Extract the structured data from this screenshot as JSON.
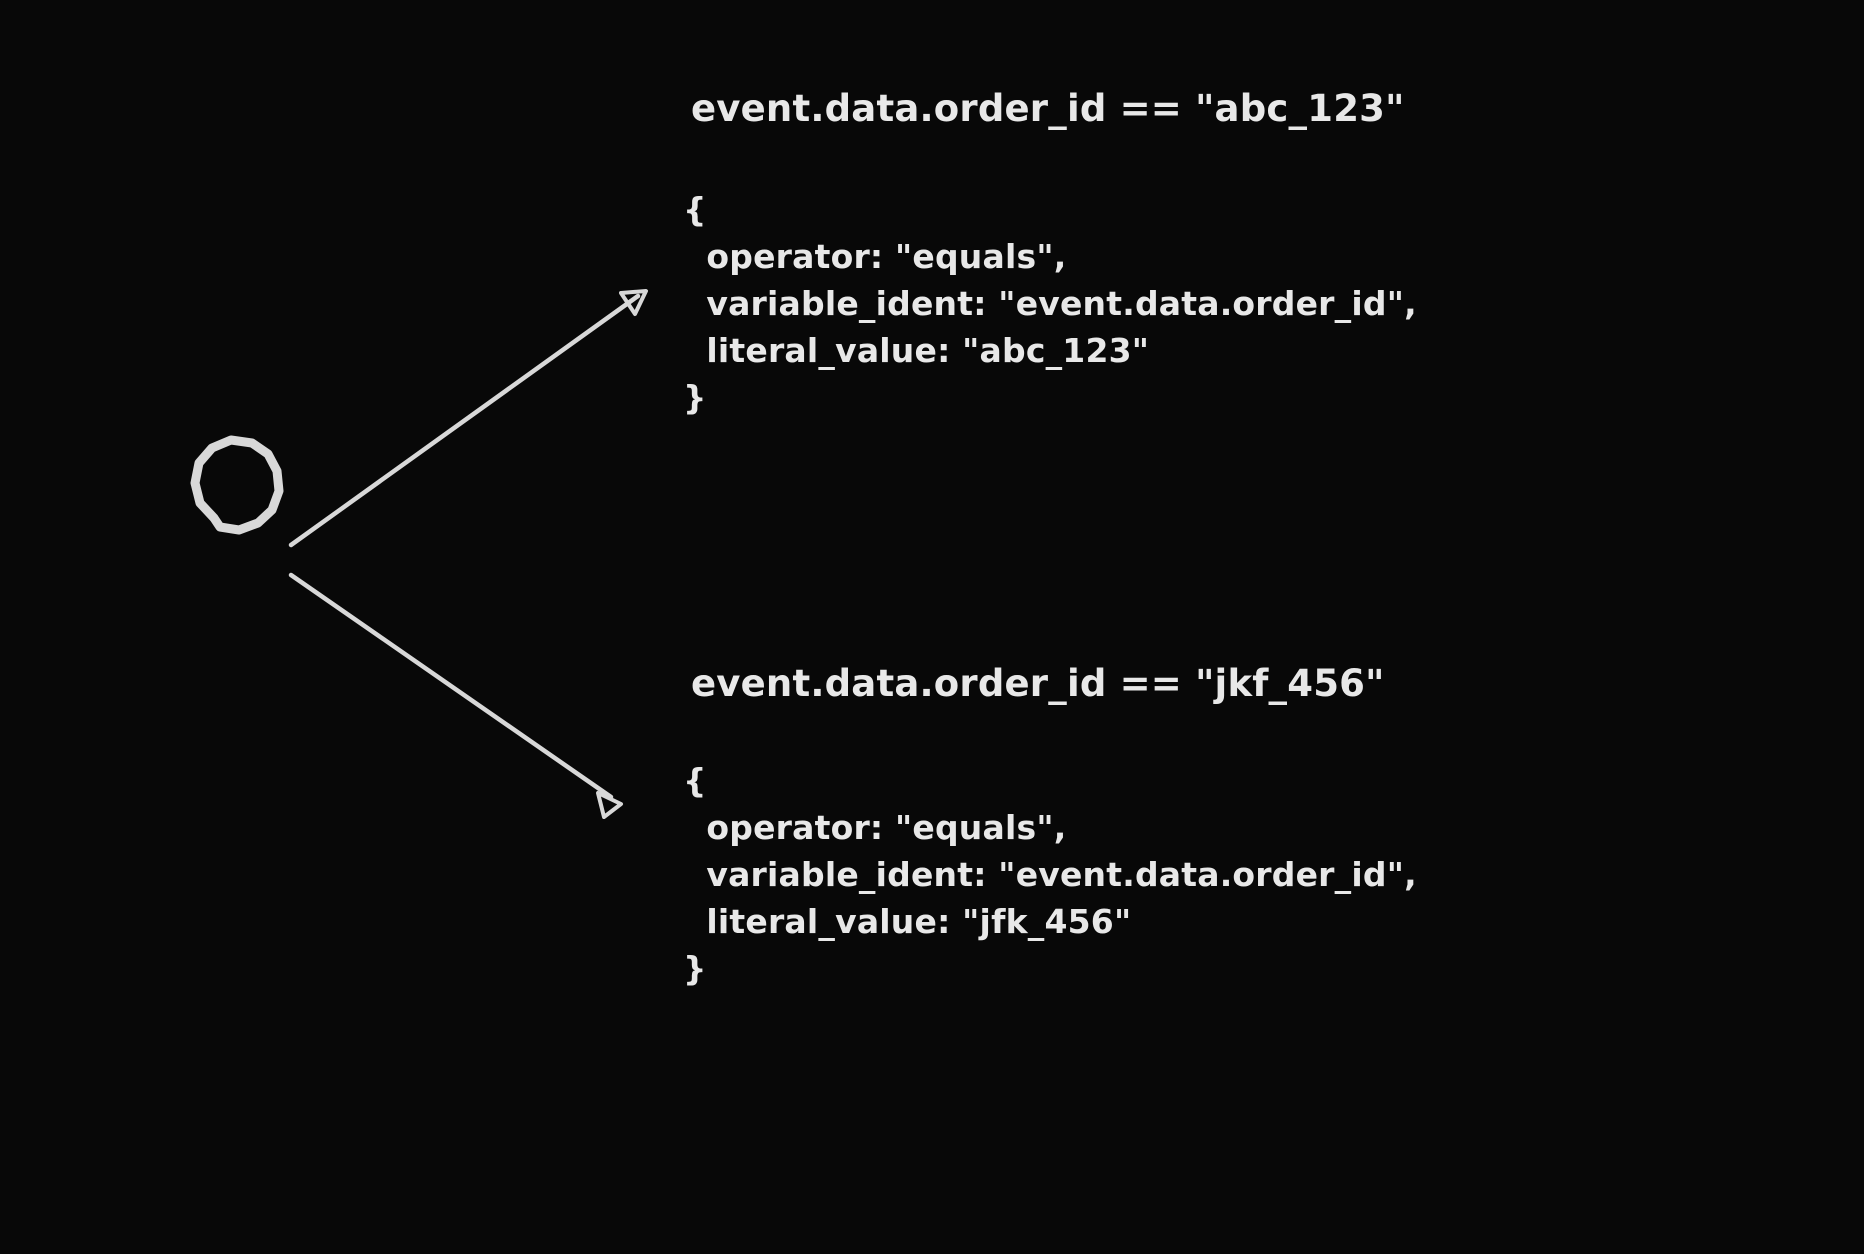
{
  "canvas": {
    "background_color": "#080808",
    "stroke_color": "#d8d8d8",
    "text_color": "#e8e8e8"
  },
  "nodes": [
    {
      "name": "condition-root-node",
      "shape": "hand-drawn-octagon",
      "label": ""
    }
  ],
  "branches": [
    {
      "id": "branch-a",
      "heading": "event.data.order_id == \"abc_123\"",
      "body": "{\n  operator: \"equals\",\n  variable_ident: \"event.data.order_id\",\n  literal_value: \"abc_123\"\n}",
      "arrow_label": ""
    },
    {
      "id": "branch-b",
      "heading": "event.data.order_id == \"jkf_456\"",
      "body": "{\n  operator: \"equals\",\n  variable_ident: \"event.data.order_id\",\n  literal_value: \"jfk_456\"\n}",
      "arrow_label": ""
    }
  ],
  "edges": [
    {
      "name": "edge-to-branch-a",
      "from": "condition-root-node",
      "to": "branch-a",
      "arrowhead": "triangle-outline"
    },
    {
      "name": "edge-to-branch-b",
      "from": "condition-root-node",
      "to": "branch-b",
      "arrowhead": "triangle-outline"
    }
  ]
}
